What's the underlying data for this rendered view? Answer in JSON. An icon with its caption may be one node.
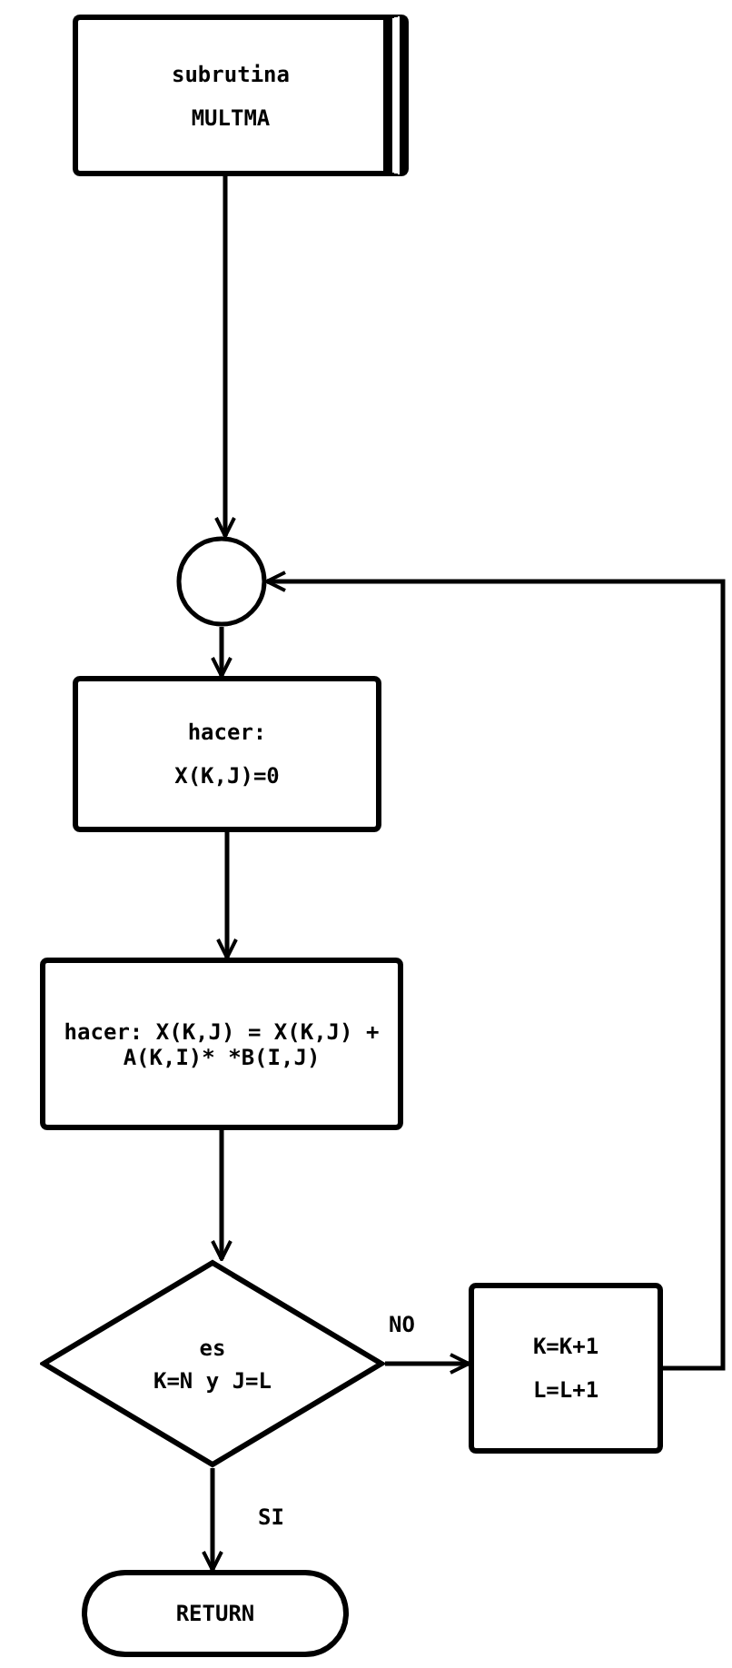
{
  "diagram": {
    "nodes": [
      {
        "text": [
          "subrutina",
          "MULTMA"
        ]
      },
      {
        "text": [],
        "shape": "circle"
      },
      {
        "text": [
          "hacer:",
          "X(K,J)=0"
        ]
      },
      {
        "text": [
          "hacer: X(K,J) = X(K,J) + A(K,I)* *B(I,J)"
        ]
      },
      {
        "text": [
          "es",
          "K=N y J=L"
        ]
      },
      {
        "text": [
          "K=K+1",
          "L=L+1"
        ]
      },
      {
        "text": [
          "RETURN"
        ]
      }
    ],
    "edges": [
      {
        "from": 0,
        "to": 1,
        "arrow": "to"
      },
      {
        "from": 1,
        "to": 2,
        "arrow": "to"
      },
      {
        "from": 2,
        "to": 3,
        "arrow": "to"
      },
      {
        "from": 3,
        "to": 4,
        "arrow": "to"
      },
      {
        "from": 4,
        "to": 5,
        "arrow": "to",
        "label": "NO"
      },
      {
        "from": 4,
        "to": 6,
        "arrow": "to",
        "label": "SI"
      },
      {
        "from": 5,
        "to": 1,
        "arrow": "to"
      }
    ]
  }
}
